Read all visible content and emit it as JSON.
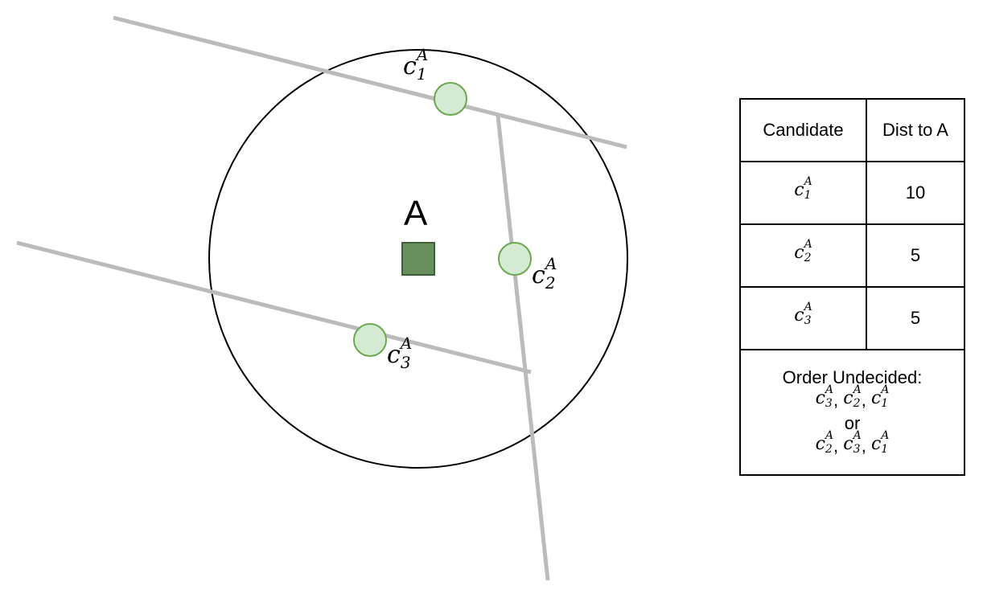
{
  "diagram": {
    "point_label": "A",
    "candidates": [
      {
        "id": "c1",
        "base": "c",
        "sub": "1",
        "sup": "A"
      },
      {
        "id": "c2",
        "base": "c",
        "sub": "2",
        "sup": "A"
      },
      {
        "id": "c3",
        "base": "c",
        "sub": "3",
        "sup": "A"
      }
    ],
    "colors": {
      "circle_stroke": "#000000",
      "line": "#bbbbbb",
      "candidate_fill": "#d5ead2",
      "candidate_stroke": "#6aa84f",
      "point_fill": "#6a8f5f",
      "point_stroke": "#3d5f35"
    }
  },
  "table": {
    "headers": [
      "Candidate",
      "Dist to A"
    ],
    "rows": [
      {
        "candidate": {
          "base": "c",
          "sub": "1",
          "sup": "A"
        },
        "dist": "10"
      },
      {
        "candidate": {
          "base": "c",
          "sub": "2",
          "sup": "A"
        },
        "dist": "5"
      },
      {
        "candidate": {
          "base": "c",
          "sub": "3",
          "sup": "A"
        },
        "dist": "5"
      }
    ],
    "order_title": "Order Undecided:",
    "order_option_1": [
      "3",
      "2",
      "1"
    ],
    "order_connector": "or",
    "order_option_2": [
      "2",
      "3",
      "1"
    ],
    "order_separator": ","
  }
}
